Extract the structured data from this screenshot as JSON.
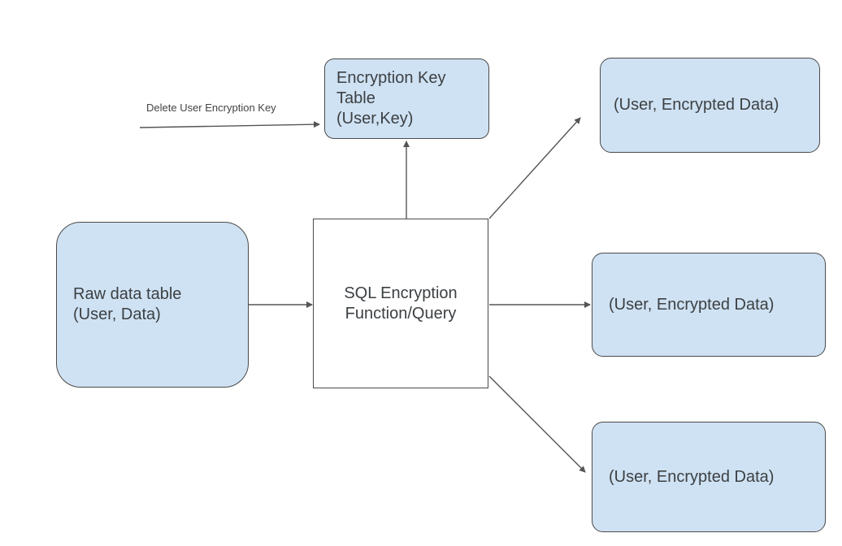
{
  "nodes": {
    "key_table": {
      "lines": [
        "Encryption Key",
        "Table",
        "(User,Key)"
      ]
    },
    "raw_table": {
      "lines": [
        "Raw data table",
        "(User, Data)"
      ]
    },
    "sql_function": {
      "lines": [
        "SQL Encryption",
        "Function/Query"
      ]
    },
    "output_1": {
      "label": "(User, Encrypted Data)"
    },
    "output_2": {
      "label": "(User, Encrypted Data)"
    },
    "output_3": {
      "label": "(User, Encrypted Data)"
    }
  },
  "edges": {
    "delete_label": "Delete User Encryption Key"
  },
  "colors": {
    "node_fill": "#cfe2f3",
    "border": "#4a4a4a",
    "arrow": "#555555",
    "text": "#3c4043"
  }
}
